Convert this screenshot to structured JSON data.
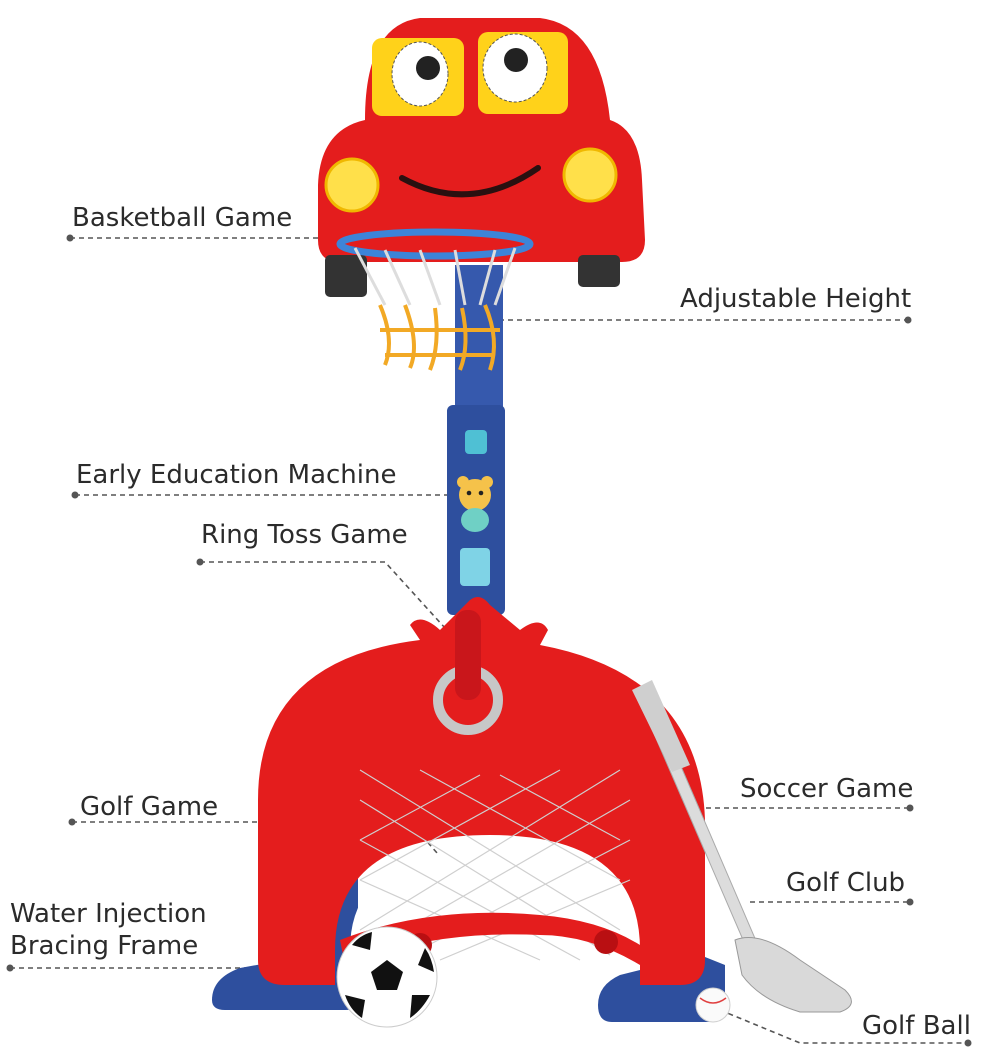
{
  "labels": {
    "basketball": "Basketball Game",
    "height": "Adjustable Height",
    "education": "Early Education Machine",
    "ringtoss": "Ring Toss Game",
    "golf_game": "Golf Game",
    "soccer": "Soccer Game",
    "golf_club": "Golf Club",
    "water_line1": "Water Injection",
    "water_line2": "Bracing Frame",
    "golf_ball": "Golf Ball"
  },
  "colors": {
    "body_red": "#e41d1d",
    "dark_red": "#b90f12",
    "pole_blue": "#2e4f9e",
    "hoop_blue": "#3d84d8",
    "window_yellow": "#ffd21a",
    "net_orange": "#f2a925",
    "white": "#ffffff",
    "label_text": "#2b2b2b",
    "leader_line": "#555555"
  },
  "icons": {
    "toy": "car-basketball-stand-illustration",
    "soccer_ball": "soccer-ball-icon",
    "golf_ball": "golf-ball-icon",
    "golf_club": "golf-club-icon",
    "bear": "bear-icon"
  }
}
